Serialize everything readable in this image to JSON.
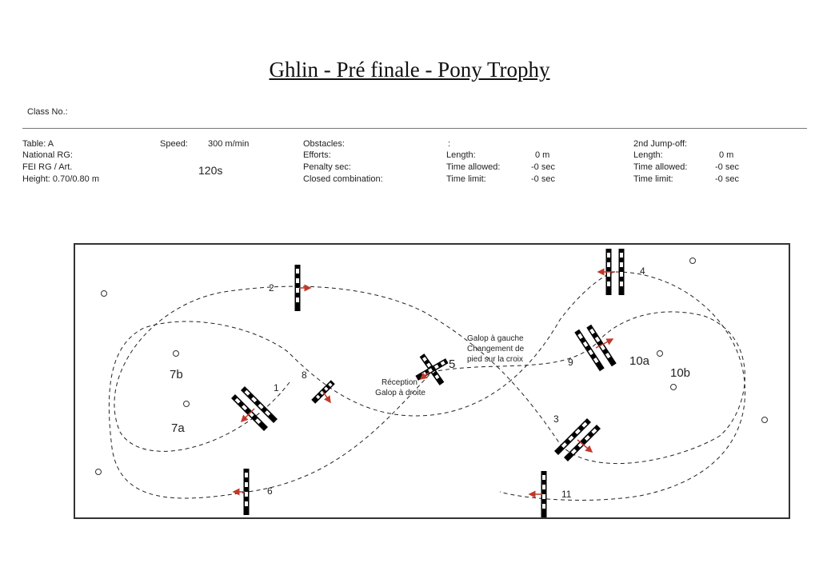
{
  "title": "Ghlin - Pré finale - Pony Trophy",
  "class_no_label": "Class No.:",
  "info": {
    "table": "Table: A",
    "national_rg": "National RG:",
    "fei_rg": "FEI RG / Art.",
    "height": "Height: 0.70/0.80 m",
    "speed_label": "Speed:",
    "speed_value": "300 m/min",
    "time": "120s",
    "obstacles": "Obstacles:",
    "efforts": "Efforts:",
    "penalty_sec": "Penalty sec:",
    "closed_combination": "Closed combination:",
    "jumpoff1": {
      "header": ":",
      "length_label": "Length:",
      "length": "0 m",
      "time_allowed_label": "Time allowed:",
      "time_allowed": "-0 sec",
      "time_limit_label": "Time limit:",
      "time_limit": "-0 sec"
    },
    "jumpoff2": {
      "header": "2nd Jump-off:",
      "length_label": "Length:",
      "length": "0 m",
      "time_allowed_label": "Time allowed:",
      "time_allowed": "-0 sec",
      "time_limit_label": "Time limit:",
      "time_limit": "-0 sec"
    }
  },
  "course": {
    "jump_labels": [
      "1",
      "2",
      "3",
      "4",
      "5",
      "6",
      "7a",
      "7b",
      "8",
      "9",
      "10a",
      "10b",
      "11"
    ],
    "notes": {
      "left_lead": [
        "Galop à gauche",
        "Changement de",
        "pied sur la croix"
      ],
      "landing": [
        "Réception",
        "Galop à droite"
      ]
    },
    "colors": {
      "arrow": "#c0392b",
      "line": "#222222"
    }
  }
}
